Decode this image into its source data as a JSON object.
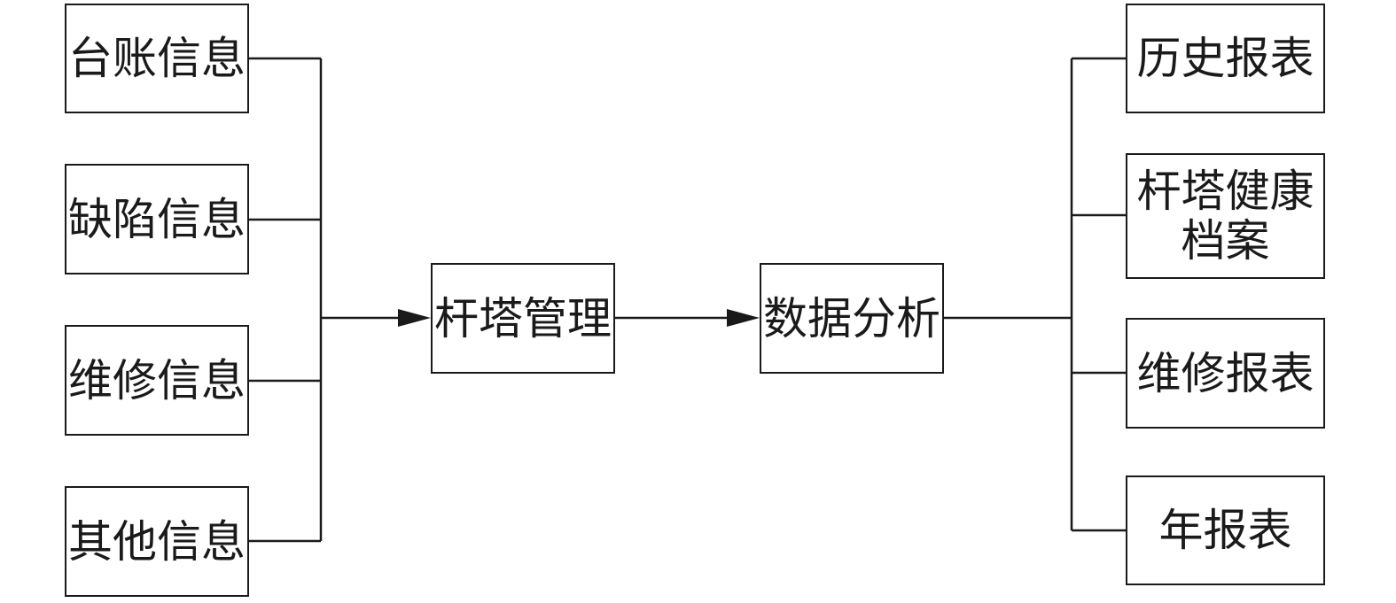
{
  "inputs": [
    {
      "label": "台账信息"
    },
    {
      "label": "缺陷信息"
    },
    {
      "label": "维修信息"
    },
    {
      "label": "其他信息"
    }
  ],
  "center": {
    "management": "杆塔管理",
    "analysis": "数据分析"
  },
  "outputs": [
    {
      "label": "历史报表"
    },
    {
      "label": "杆塔健康档案"
    },
    {
      "label": "维修报表"
    },
    {
      "label": "年报表"
    }
  ]
}
